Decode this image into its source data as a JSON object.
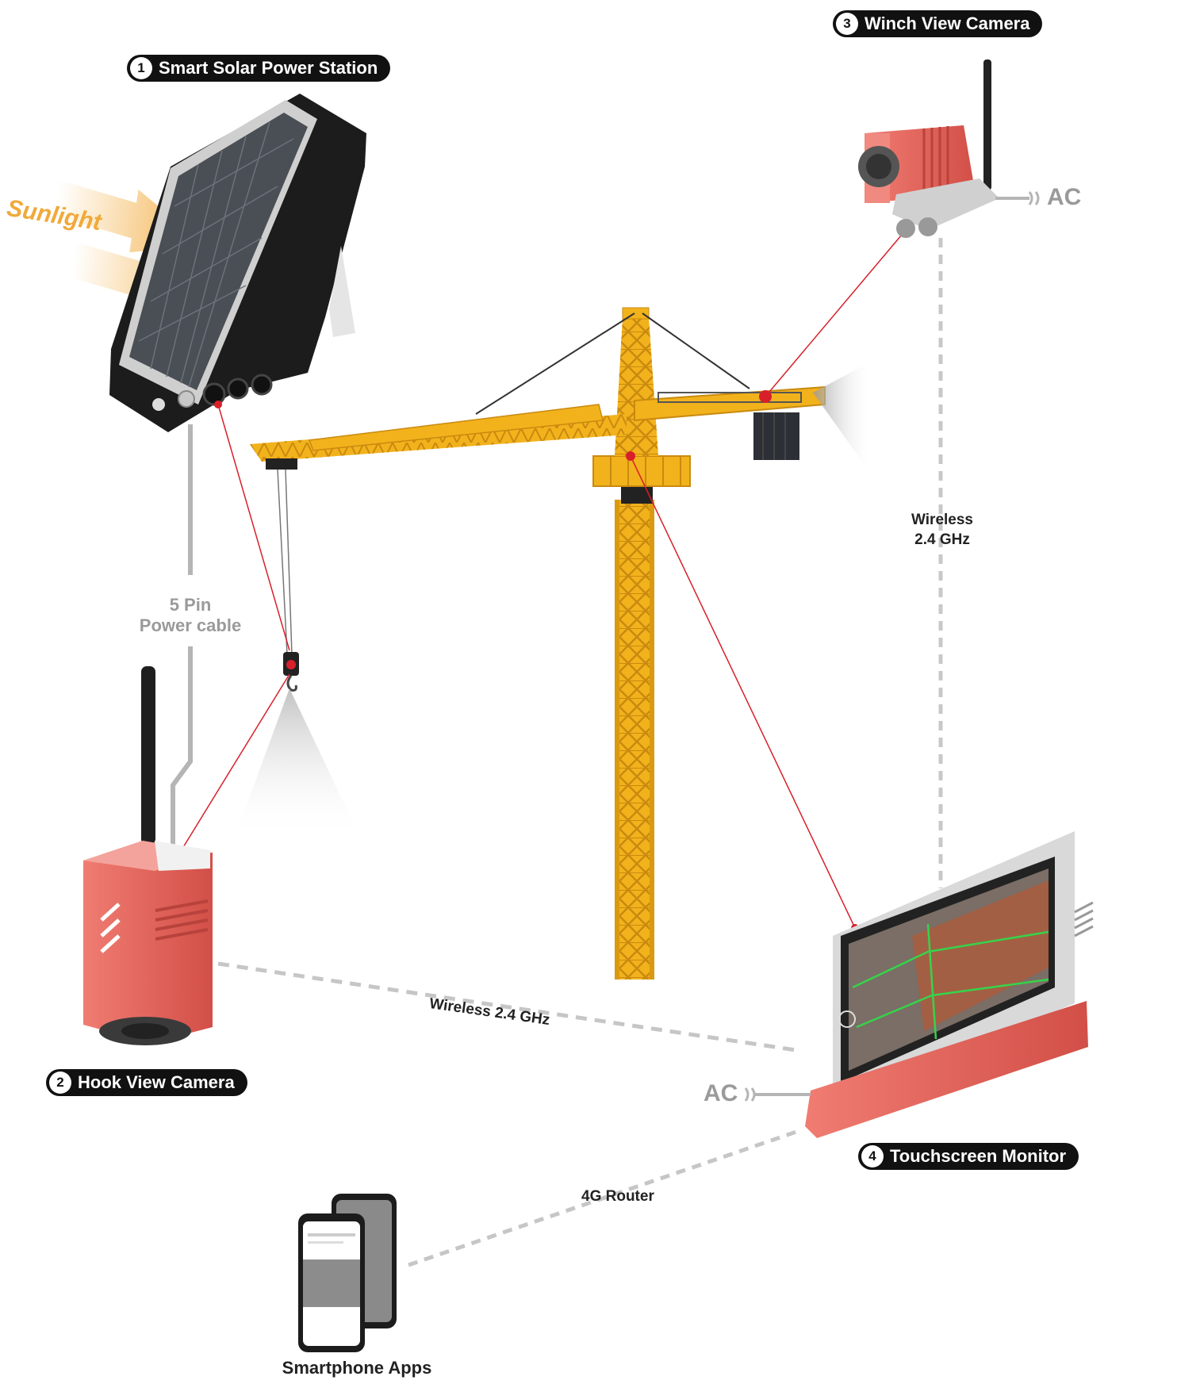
{
  "title": "",
  "components": [
    {
      "num": "1",
      "name": "Smart Solar Power Station"
    },
    {
      "num": "2",
      "name": "Hook View Camera"
    },
    {
      "num": "3",
      "name": "Winch View Camera"
    },
    {
      "num": "4",
      "name": "Touchscreen Monitor"
    }
  ],
  "labels": {
    "sunlight": "Sunlight",
    "cable_line1": "5 Pin",
    "cable_line2": "Power cable",
    "ac_winch": "AC",
    "ac_monitor": "AC",
    "wireless_vertical_line1": "Wireless",
    "wireless_vertical_line2": "2.4 GHz",
    "wireless_hook": "Wireless 2.4 GHz",
    "router": "4G Router",
    "apps": "Smartphone Apps"
  },
  "colors": {
    "camera_red": "#e4625a",
    "crane_yellow": "#f2b21c",
    "laser_red": "#d8202a",
    "panel_dark": "#1c1c1c",
    "sun_orange": "#f0a93a"
  }
}
